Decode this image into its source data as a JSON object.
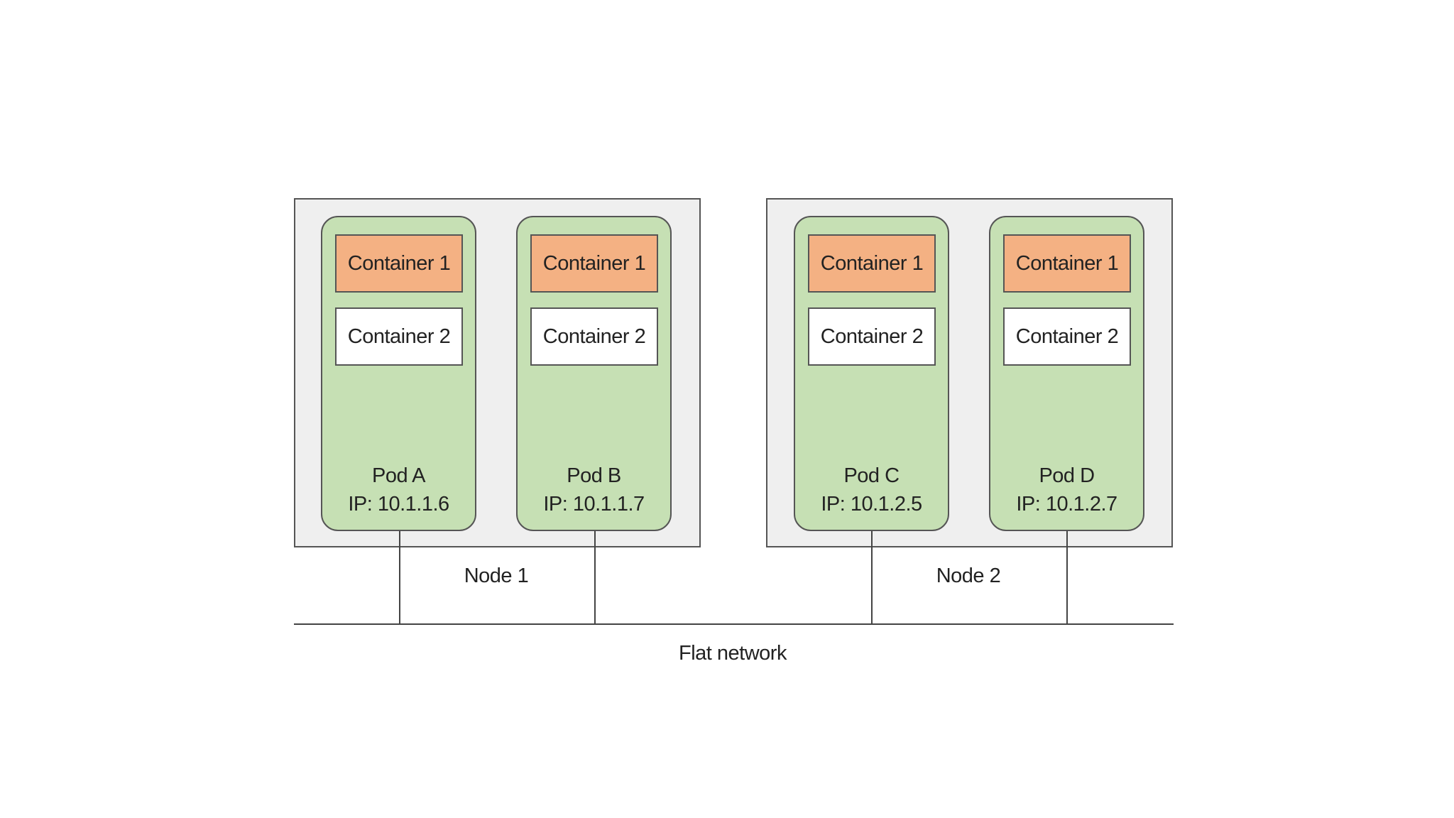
{
  "nodes": [
    {
      "label": "Node 1"
    },
    {
      "label": "Node 2"
    }
  ],
  "pods": [
    {
      "name": "Pod A",
      "ip": "IP: 10.1.1.6",
      "container_1": "Container 1",
      "container_2": "Container 2"
    },
    {
      "name": "Pod B",
      "ip": "IP: 10.1.1.7",
      "container_1": "Container 1",
      "container_2": "Container 2"
    },
    {
      "name": "Pod C",
      "ip": "IP: 10.1.2.5",
      "container_1": "Container 1",
      "container_2": "Container 2"
    },
    {
      "name": "Pod D",
      "ip": "IP: 10.1.2.7",
      "container_1": "Container 1",
      "container_2": "Container 2"
    }
  ],
  "network": {
    "label": "Flat network"
  },
  "colors": {
    "node_fill": "#efefef",
    "pod_fill": "#c6e0b4",
    "container_1_fill": "#f4b183",
    "container_2_fill": "#ffffff",
    "border": "#555555"
  }
}
